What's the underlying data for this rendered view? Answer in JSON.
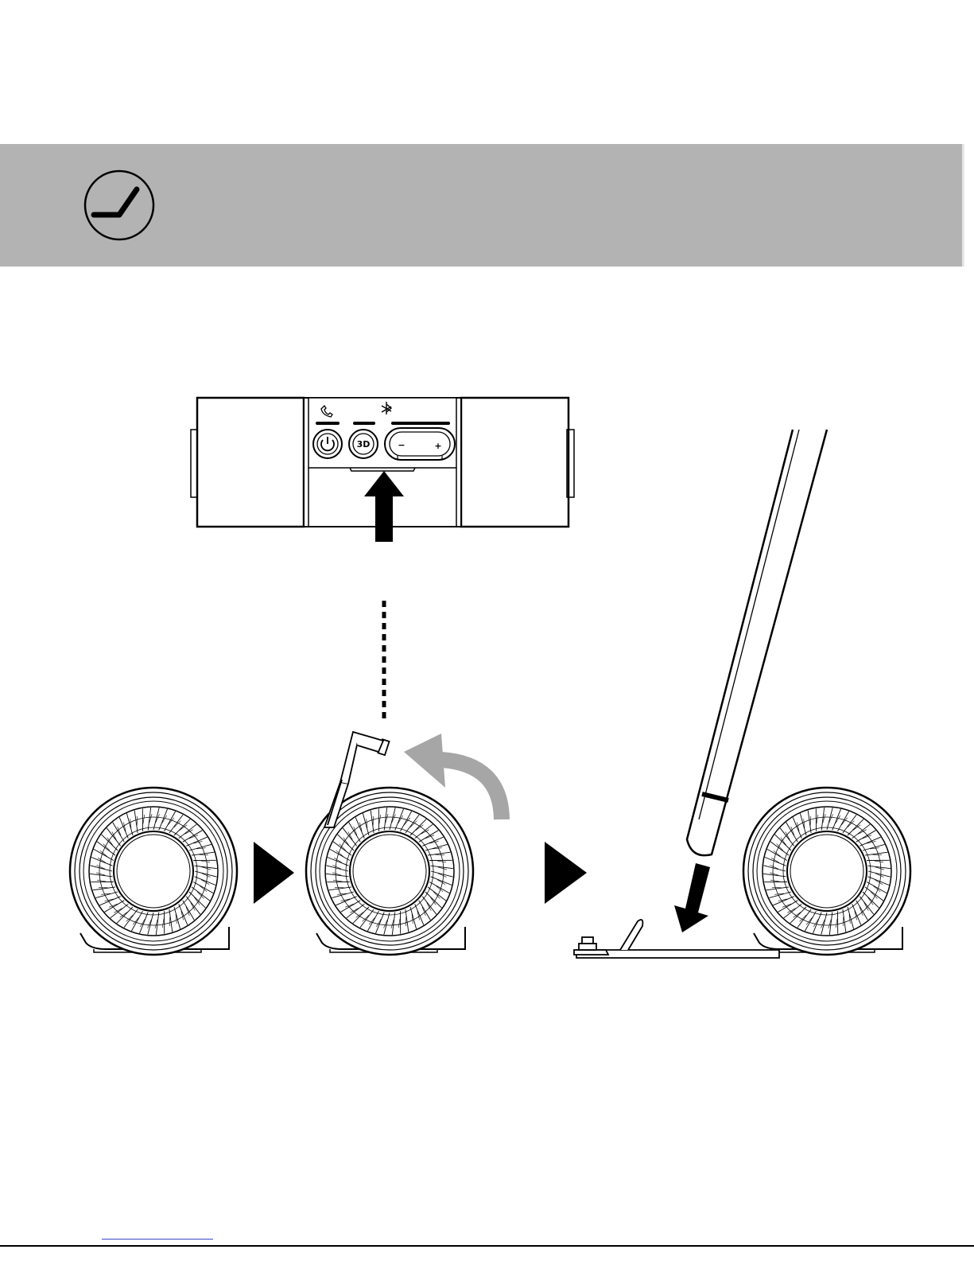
{
  "header": {
    "icon": "stand-icon",
    "band_color": "#b3b3b3"
  },
  "device_top_view": {
    "buttons": [
      {
        "icon": "power-icon"
      },
      {
        "icon": "3d-icon",
        "label": "3D"
      },
      {
        "icon": "volume-rocker-icon",
        "minus": "−",
        "plus": "+"
      }
    ],
    "indicator_icons": [
      "phone-icon",
      "bluetooth-icon"
    ],
    "arrow_direction": "up"
  },
  "steps": [
    {
      "name": "speaker-side-view",
      "kickstand": "closed"
    },
    {
      "name": "speaker-side-view",
      "kickstand": "flipped-out"
    },
    {
      "name": "speaker-side-view",
      "kickstand": "pressed-flat-with-pen"
    }
  ],
  "colors": {
    "line": "#000000",
    "rotate_arrow": "#a6a6a6",
    "footer_link": "#3b46c8"
  }
}
